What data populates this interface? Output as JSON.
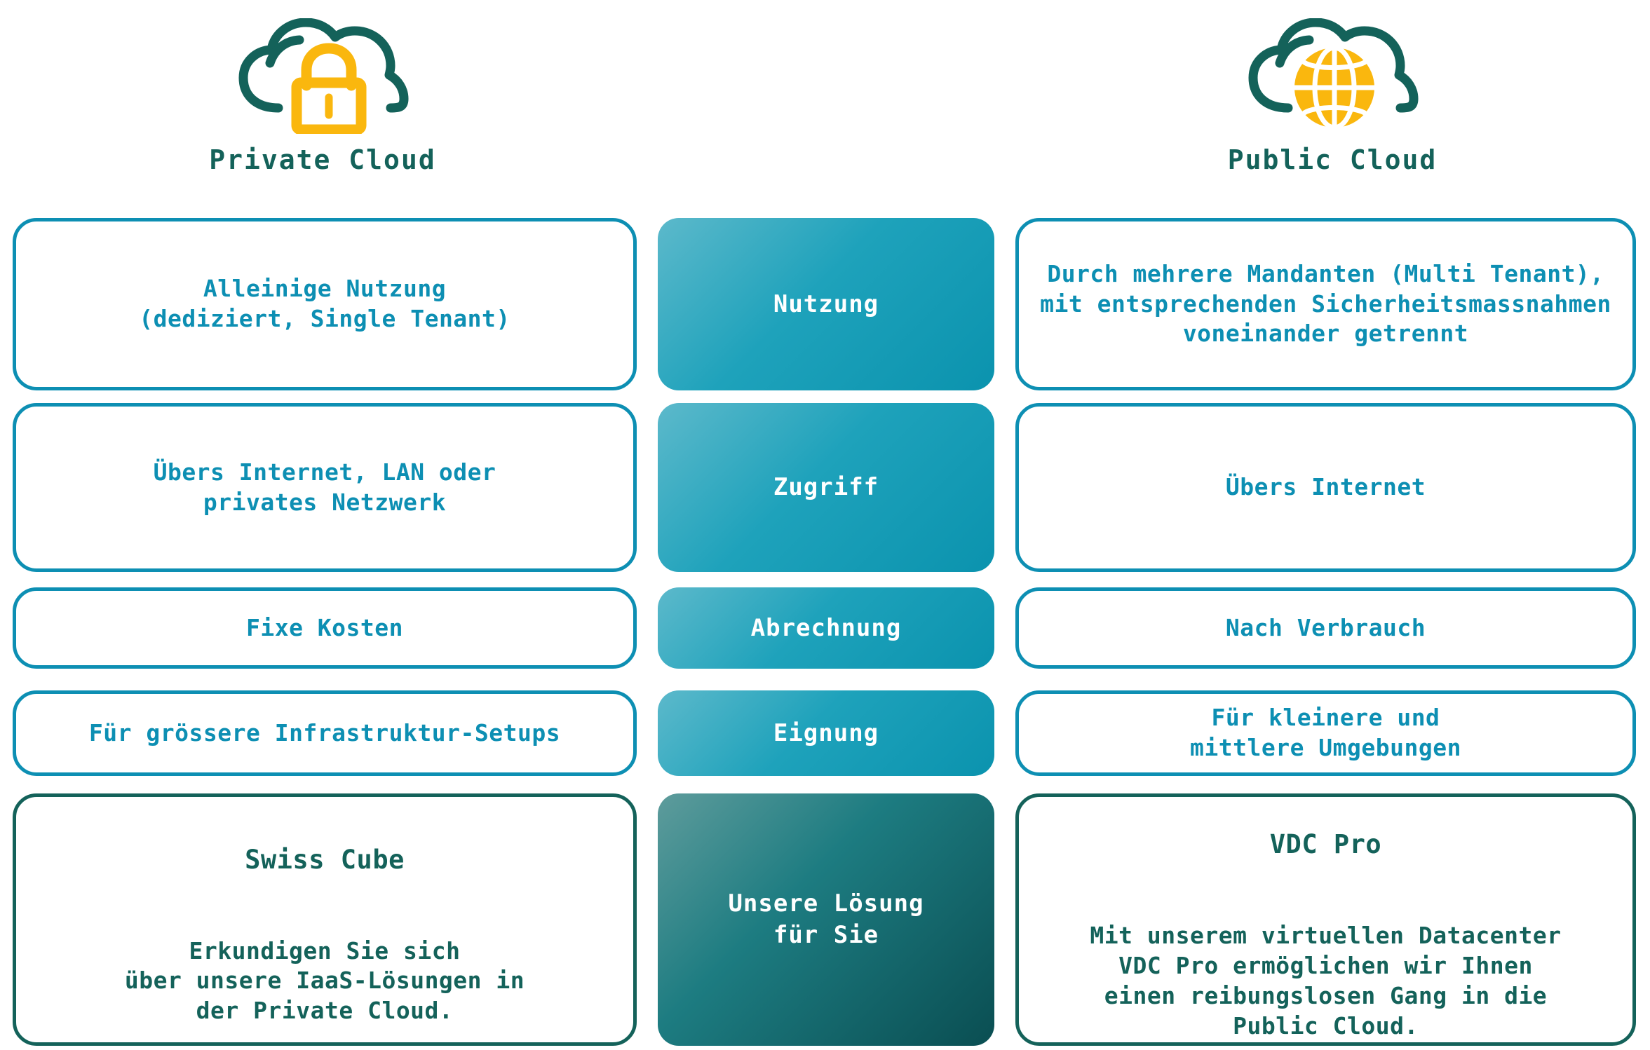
{
  "columns": {
    "left": {
      "title": "Private Cloud",
      "icon": "cloud-lock-icon"
    },
    "right": {
      "title": "Public Cloud",
      "icon": "cloud-globe-icon"
    }
  },
  "colors": {
    "accent_cyan": "#0d8fb3",
    "accent_dark_teal": "#14625a",
    "accent_yellow": "#fab70e",
    "center_gradient_from": "#5cb9cb",
    "center_gradient_to": "#0b93ae",
    "solution_gradient_from": "#5e9c9c",
    "solution_gradient_to": "#0a4e52",
    "card_background": "#ffffff"
  },
  "rows": [
    {
      "criterion": "Nutzung",
      "private": "Alleinige Nutzung\n(dediziert, Single Tenant)",
      "public": "Durch mehrere Mandanten (Multi Tenant),\nmit entsprechenden Sicherheitsmassnahmen\nvoneinander getrennt"
    },
    {
      "criterion": "Zugriff",
      "private": "Übers Internet, LAN oder\nprivates Netzwerk",
      "public": "Übers Internet"
    },
    {
      "criterion": "Abrechnung",
      "private": "Fixe Kosten",
      "public": "Nach Verbrauch"
    },
    {
      "criterion": "Eignung",
      "private": "Für grössere Infrastruktur-Setups",
      "public": "Für kleinere und\nmittlere Umgebungen"
    }
  ],
  "solution_row": {
    "criterion": "Unsere Lösung\nfür Sie",
    "private_heading": "Swiss Cube",
    "private_body": "Erkundigen Sie sich\nüber unsere IaaS-Lösungen in\nder Private Cloud.",
    "public_heading": "VDC Pro",
    "public_body": "Mit unserem virtuellen Datacenter\nVDC Pro ermöglichen wir Ihnen\neinen reibungslosen Gang in die\nPublic Cloud."
  }
}
